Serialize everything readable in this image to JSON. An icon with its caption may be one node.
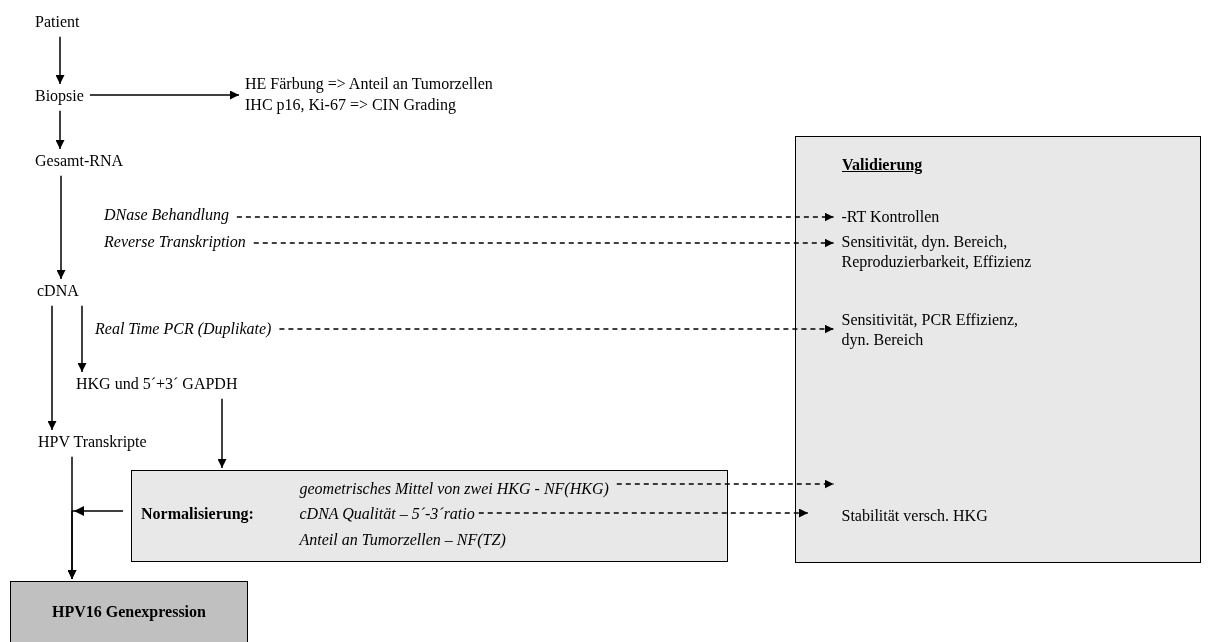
{
  "diagram": {
    "nodes": [
      {
        "text": [
          "Patient"
        ]
      },
      {
        "text": [
          "Biopsie"
        ]
      },
      {
        "text": [
          "HE Färbung => Anteil an Tumorzellen",
          "IHC p16, Ki-67 => CIN Grading"
        ]
      },
      {
        "text": [
          "Gesamt-RNA"
        ]
      },
      {
        "text": [
          "DNase Behandlung"
        ]
      },
      {
        "text": [
          "Reverse Transkription"
        ]
      },
      {
        "text": [
          "cDNA"
        ]
      },
      {
        "text": [
          "Real Time PCR (Duplikate)"
        ]
      },
      {
        "text": [
          "HKG und 5´+3´ GAPDH"
        ]
      },
      {
        "text": [
          "HPV Transkripte"
        ]
      },
      {
        "text": [
          "Normalisierung:"
        ]
      },
      {
        "text": [
          "geometrisches Mittel von zwei HKG - NF(HKG)"
        ],
        "in": 10
      },
      {
        "text": [
          "cDNA Qualität – 5´-3´ratio"
        ],
        "in": 10
      },
      {
        "text": [
          "Anteil an Tumorzellen – NF(TZ)"
        ],
        "in": 10
      },
      {
        "text": [
          "HPV16 Genexpression"
        ]
      },
      {
        "text": [
          "Validierung"
        ]
      },
      {
        "text": [
          "-RT Kontrollen"
        ],
        "in": 15
      },
      {
        "text": [
          "Sensitivität, dyn. Bereich, Reproduzierbarkeit, Effizienz"
        ],
        "in": 15
      },
      {
        "text": [
          "Sensitivität, PCR Effizienz, dyn. Bereich"
        ],
        "in": 15
      },
      {
        "text": [
          "Stabilität versch. HKG"
        ],
        "in": 15
      }
    ],
    "edges": [
      {
        "from": 0,
        "to": 1,
        "arrow": "to"
      },
      {
        "from": 1,
        "to": 2,
        "arrow": "to"
      },
      {
        "from": 1,
        "to": 3,
        "arrow": "to"
      },
      {
        "from": 3,
        "to": 6,
        "arrow": "to"
      },
      {
        "from": 4,
        "to": 16,
        "arrow": "to",
        "style": "dashed"
      },
      {
        "from": 5,
        "to": 17,
        "arrow": "to",
        "style": "dashed"
      },
      {
        "from": 6,
        "to": 8,
        "arrow": "to"
      },
      {
        "from": 7,
        "to": 18,
        "arrow": "to",
        "style": "dashed"
      },
      {
        "from": 6,
        "to": 9,
        "arrow": "to"
      },
      {
        "from": 8,
        "to": 10,
        "arrow": "to"
      },
      {
        "from": 10,
        "to": 14,
        "arrow": "to"
      },
      {
        "from": 9,
        "to": 14,
        "arrow": "to"
      },
      {
        "from": 11,
        "to": 19,
        "arrow": "to",
        "style": "dashed"
      },
      {
        "from": 12,
        "to": 15,
        "arrow": "to",
        "style": "dashed"
      }
    ]
  }
}
